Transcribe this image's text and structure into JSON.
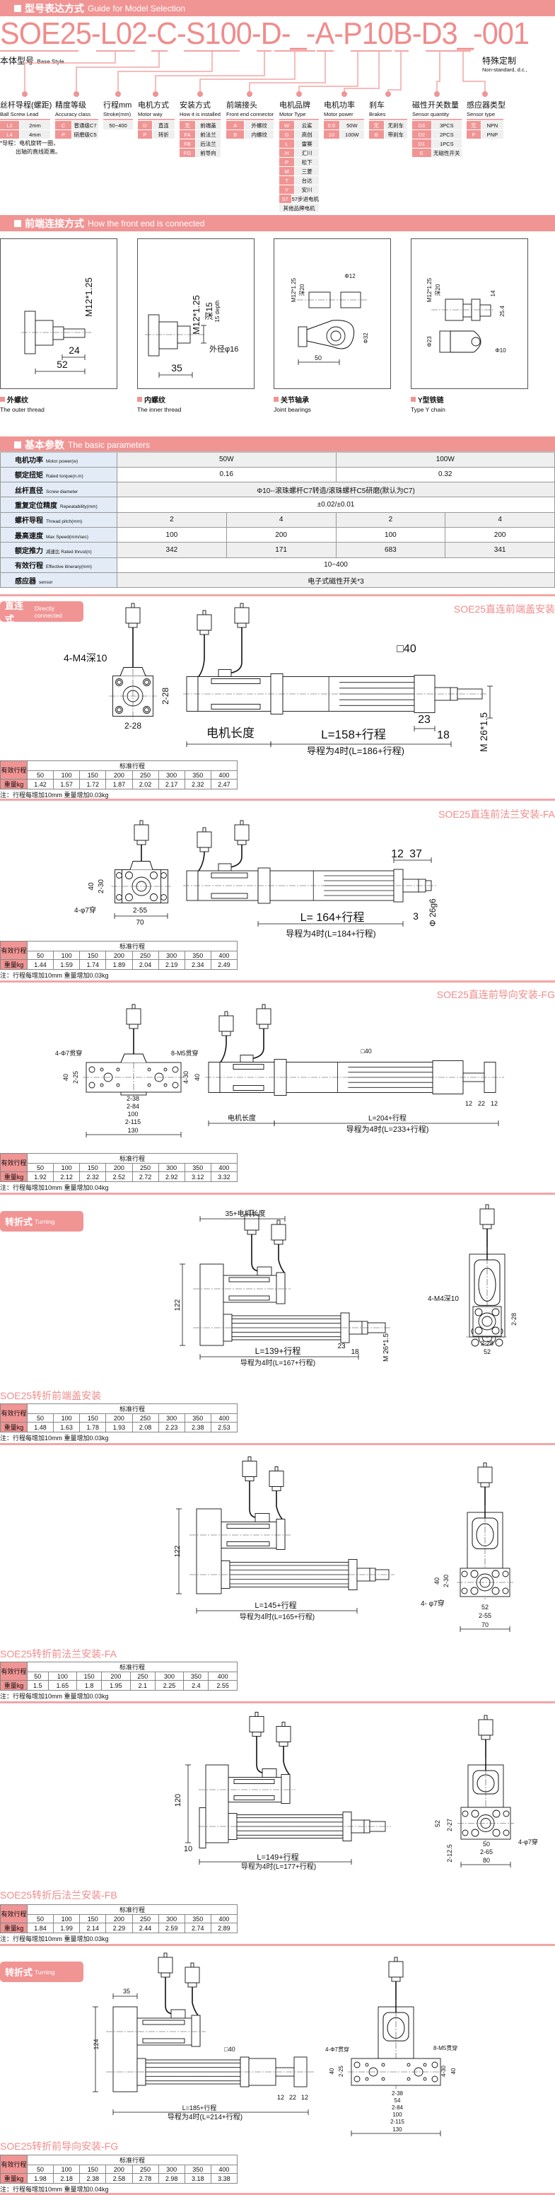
{
  "model_section": {
    "title_cn": "型号表达方式",
    "title_en": "Guide for Model Selection"
  },
  "model_code": "SOE25-L02-C-S100-D-_-A-P10B-D3_-001",
  "base_style": {
    "cn": "本体型号",
    "en": "Base Style"
  },
  "special": {
    "cn": "特殊定制",
    "en": "Non-standard, d.c.,"
  },
  "options": [
    {
      "cn": "丝杆导程(螺距)",
      "en": "Ball Screw Lead",
      "rows": [
        [
          "L2",
          "2mm"
        ],
        [
          "L4",
          "4mm"
        ]
      ]
    },
    {
      "cn": "精度等级",
      "en": "Accuracy class",
      "rows": [
        [
          "C",
          "普通级C7"
        ],
        [
          "P",
          "研磨级C5"
        ]
      ]
    },
    {
      "cn": "行程mm",
      "en": "Stroke(mm)",
      "full": [
        "50~400"
      ]
    },
    {
      "cn": "电机方式",
      "en": "Motor way",
      "rows": [
        [
          "D",
          "直连"
        ],
        [
          "P",
          "转折"
        ]
      ]
    },
    {
      "cn": "安装方式",
      "en": "How it is installed",
      "rows": [
        [
          "无",
          "前端盖"
        ],
        [
          "FA",
          "前法兰"
        ],
        [
          "FB",
          "后法兰"
        ],
        [
          "FG",
          "前导向"
        ]
      ]
    },
    {
      "cn": "前端接头",
      "en": "Front end connector",
      "rows": [
        [
          "A",
          "外螺纹"
        ],
        [
          "B",
          "内螺纹"
        ]
      ]
    },
    {
      "cn": "电机品牌",
      "en": "Motor Type",
      "rows": [
        [
          "W",
          "云鲨"
        ],
        [
          "G",
          "高创"
        ],
        [
          "L",
          "雷赛"
        ],
        [
          "H",
          "汇川"
        ],
        [
          "P",
          "松下"
        ],
        [
          "M",
          "三菱"
        ],
        [
          "T",
          "台达"
        ],
        [
          "Y",
          "安川"
        ],
        [
          "57",
          "57步进电机"
        ]
      ],
      "full": [
        "其他品牌电机"
      ]
    },
    {
      "cn": "电机功率",
      "en": "Motor power",
      "rows": [
        [
          "0.5",
          "50W"
        ],
        [
          "10",
          "100W"
        ]
      ]
    },
    {
      "cn": "刹车",
      "en": "Brakes",
      "rows": [
        [
          "无",
          "无刹车"
        ],
        [
          "B",
          "带刹车"
        ]
      ]
    },
    {
      "cn": "磁性开关数量",
      "en": "Sensor quantity",
      "rows": [
        [
          "D3",
          "3PCS"
        ],
        [
          "D2",
          "2PCS"
        ],
        [
          "D1",
          "1PCS"
        ],
        [
          "E",
          "无磁性开关"
        ]
      ]
    },
    {
      "cn": "感应器类型",
      "en": "Sensor type",
      "rows": [
        [
          "无",
          "NPN"
        ],
        [
          "P",
          "PNP"
        ]
      ]
    }
  ],
  "lead_note": [
    "*导程：电机旋转一圈，",
    "出轴的直线距离。"
  ],
  "connect_section": {
    "title_cn": "前端连接方式",
    "title_en": "How the front end is connected"
  },
  "connectors": [
    {
      "cn": "外螺纹",
      "en": "The outer thread",
      "dims": [
        "M12*1.25",
        "24",
        "52"
      ]
    },
    {
      "cn": "内螺纹",
      "en": "The inner thread",
      "dims": [
        "M12*1.25",
        "深15",
        "15 depth",
        "外径φ16",
        "35"
      ]
    },
    {
      "cn": "关节轴承",
      "en": "Joint bearings",
      "dims": [
        "M12*1.25",
        "深20",
        "Φ12",
        "Φ32",
        "50"
      ]
    },
    {
      "cn": "Y型铁链",
      "en": "Type Y chain",
      "dims": [
        "M12*1.25",
        "深20",
        "14",
        "25.4",
        "Φ23",
        "Φ10"
      ]
    }
  ],
  "params_section": {
    "title_cn": "基本参数",
    "title_en": "The basic parameters"
  },
  "params": [
    {
      "cn": "电机功率",
      "en": "Motor power(w)",
      "vals": [
        "50W",
        "100W"
      ]
    },
    {
      "cn": "额定扭矩",
      "en": "Rated torque(n.m)",
      "vals": [
        "0.16",
        "0.32"
      ]
    },
    {
      "cn": "丝杆直径",
      "en": "Screw diameter",
      "vals": [
        "Φ10--滚珠螺杆C7转造/滚珠螺杆C5研磨(默认为C7)"
      ]
    },
    {
      "cn": "重复定位精度",
      "en": "Repeatability(mm)",
      "vals": [
        "±0.02/±0.01"
      ]
    },
    {
      "cn": "螺杆导程",
      "en": "Thread pitch(mm)",
      "vals": [
        "2",
        "4",
        "2",
        "4"
      ]
    },
    {
      "cn": "最高速度",
      "en": "Max Speed(mm/sec)",
      "vals": [
        "100",
        "200",
        "100",
        "200"
      ]
    },
    {
      "cn": "额定推力",
      "en": "减速比 Rated thrust(n)",
      "vals": [
        "342",
        "171",
        "683",
        "341"
      ]
    },
    {
      "cn": "有效行程",
      "en": "Effective itinerary(mm)",
      "vals": [
        "10~400"
      ]
    },
    {
      "cn": "感应器",
      "en": "sensor",
      "vals": [
        "电子式磁性开关*3"
      ]
    }
  ],
  "badges": {
    "direct": {
      "cn": "直连式",
      "en": "Directly connected"
    },
    "turning": {
      "cn": "转折式",
      "en": "Turning"
    }
  },
  "weight_table": {
    "row_label_stroke": "有效行程",
    "header": "标准行程",
    "row_label_weight": "重量kg",
    "strokes": [
      "50",
      "100",
      "150",
      "200",
      "250",
      "300",
      "350",
      "400"
    ]
  },
  "sections": [
    {
      "title": "SOE25直连前端盖安装",
      "weights": [
        "1.42",
        "1.57",
        "1.72",
        "1.87",
        "2.02",
        "2.17",
        "2.32",
        "2.47"
      ],
      "note": "注：行程每增加10mm 重量增加0.03kg",
      "dims": [
        "4-M4深10",
        "2-28",
        "2-28",
        "□40",
        "23",
        "18",
        "电机长度",
        "L=158+行程",
        "导程为4时(L=186+行程)",
        "M 26*1.5"
      ]
    },
    {
      "title": "SOE25直连前法兰安装-FA",
      "weights": [
        "1.44",
        "1.59",
        "1.74",
        "1.89",
        "2.04",
        "2.19",
        "2.34",
        "2.49"
      ],
      "note": "注：行程每增加10mm 重量增加0.03kg",
      "dims": [
        "40",
        "2-30",
        "4-φ7穿",
        "2-55",
        "70",
        "12",
        "37",
        "L= 164+行程",
        "3",
        "导程为4时(L=184+行程)",
        "Φ 26g6"
      ]
    },
    {
      "title": "SOE25直连前导向安装-FG",
      "weights": [
        "1.92",
        "2.12",
        "2.32",
        "2.52",
        "2.72",
        "2.92",
        "3.12",
        "3.32"
      ],
      "note": "注：行程每增加10mm 重量增加0.04kg",
      "dims": [
        "4-Φ7贯穿",
        "8-M5贯穿",
        "40",
        "2-25",
        "4-30",
        "40",
        "2-38",
        "2-84",
        "100",
        "2-115",
        "130",
        "□40",
        "12",
        "22",
        "12",
        "电机长度",
        "L=204+行程",
        "导程为4时(L=233+行程)"
      ]
    },
    {
      "title": "SOE25转折前端盖安装",
      "weights": [
        "1.48",
        "1.63",
        "1.78",
        "1.93",
        "2.08",
        "2.23",
        "2.38",
        "2.53"
      ],
      "note": "注：行程每增加10mm 重量增加0.03kg",
      "dims": [
        "35+电机长度",
        "122",
        "23",
        "18",
        "L=139+行程",
        "导程为4时(L=167+行程)",
        "M 26*1.5",
        "4-M4深10",
        "2-28",
        "2-28",
        "52"
      ]
    },
    {
      "title": "SOE25转折前法兰安装-FA",
      "weights": [
        "1.5",
        "1.65",
        "1.8",
        "1.95",
        "2.1",
        "2.25",
        "2.4",
        "2.55"
      ],
      "note": "注：行程每增加10mm 重量增加0.03kg",
      "dims": [
        "122",
        "L=145+行程",
        "导程为4时(L=165+行程)",
        "40",
        "2-30",
        "4- φ7穿",
        "52",
        "2-55",
        "70"
      ]
    },
    {
      "title": "SOE25转折后法兰安装-FB",
      "weights": [
        "1.84",
        "1.99",
        "2.14",
        "2.29",
        "2.44",
        "2.59",
        "2.74",
        "2.89"
      ],
      "note": "注：行程每增加10mm 重量增加0.03kg",
      "dims": [
        "120",
        "10",
        "L=149+行程",
        "导程为4时(L=177+行程)",
        "52",
        "2-27",
        "4-φ7穿",
        "50",
        "2-65",
        "80",
        "2-12.5"
      ]
    },
    {
      "title": "SOE25转折前导向安装-FG",
      "weights": [
        "1.98",
        "2.18",
        "2.38",
        "2.58",
        "2.78",
        "2.98",
        "3.18",
        "3.38"
      ],
      "note": "注：行程每增加10mm 重量增加0.04kg",
      "dims": [
        "35",
        "124",
        "□40",
        "12",
        "22",
        "12",
        "L=185+行程",
        "导程为4时(L=214+行程)",
        "4-Φ7贯穿",
        "8-M5贯穿",
        "40",
        "2-25",
        "4-30",
        "40",
        "2-38",
        "54",
        "2-84",
        "100",
        "2-115",
        "130"
      ]
    }
  ],
  "colors": {
    "accent": "#f19494",
    "title_pink": "#f08c8c",
    "param_label_bg": "#e3ecf6"
  }
}
